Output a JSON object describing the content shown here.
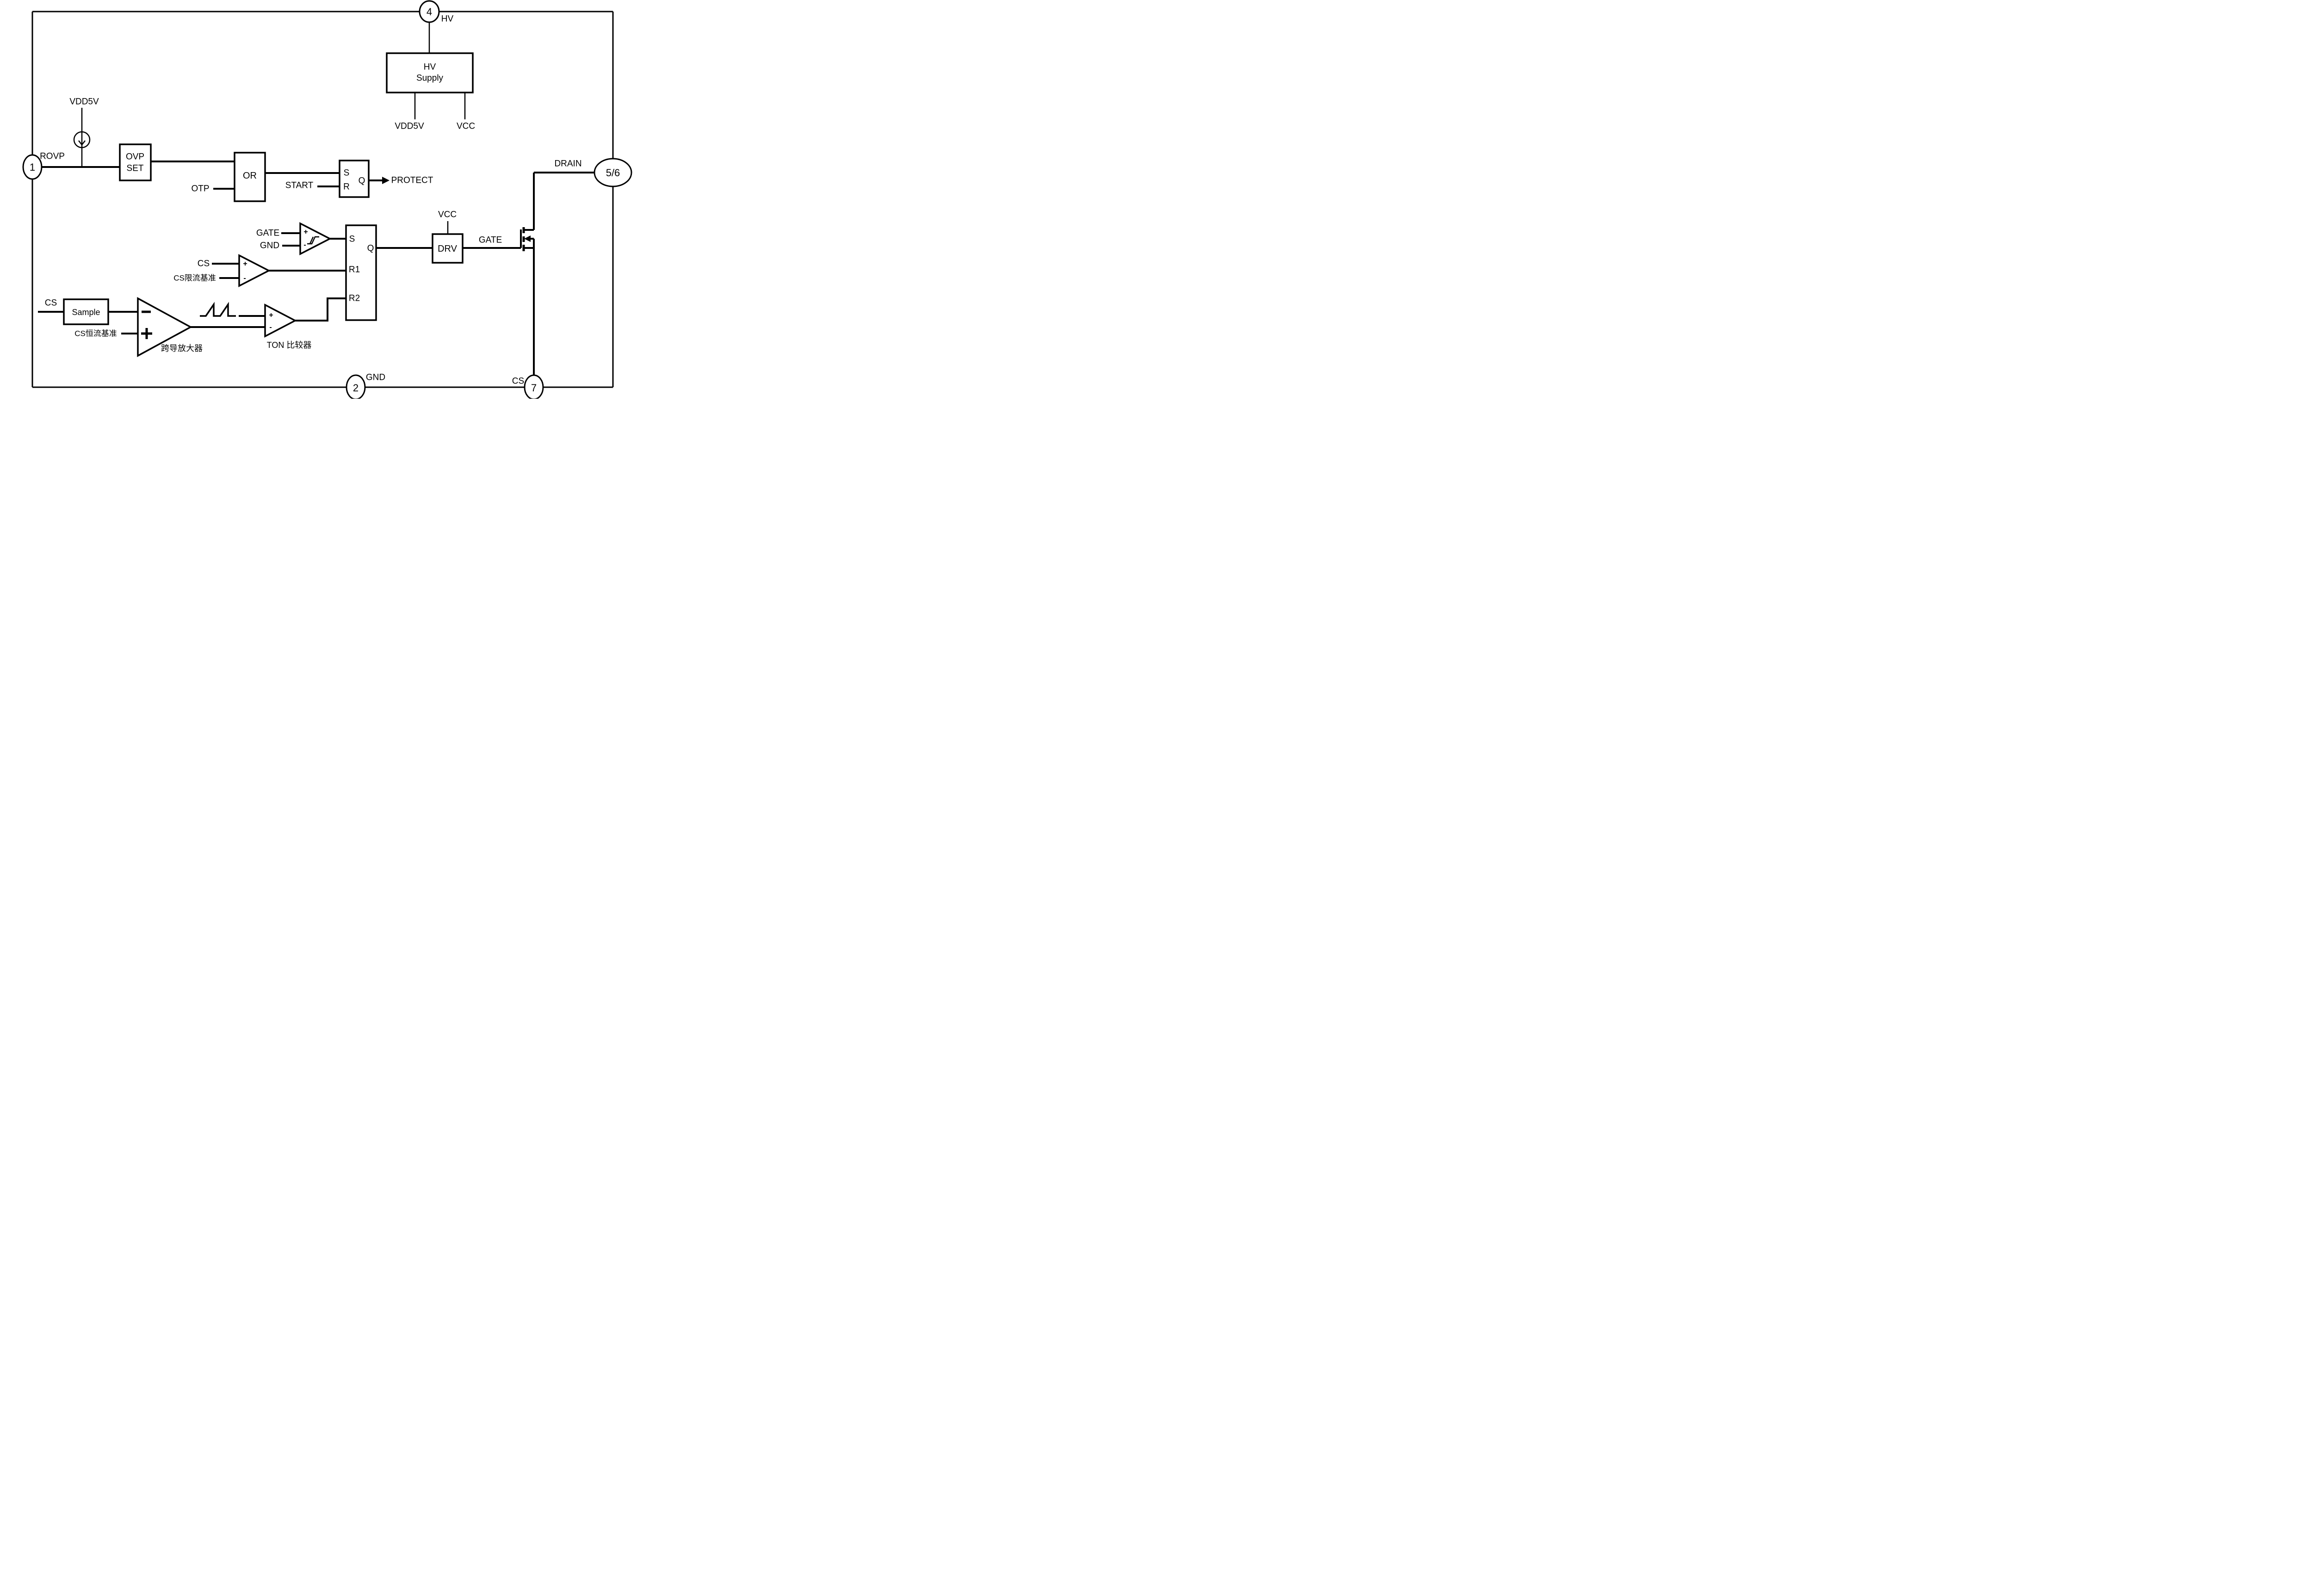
{
  "colors": {
    "line": "#000000",
    "background": "#ffffff"
  },
  "pins": {
    "pin1": {
      "number": "1",
      "signal": "ROVP"
    },
    "pin2": {
      "number": "2",
      "signal": "GND"
    },
    "pin4": {
      "number": "4",
      "signal": "HV"
    },
    "pin56": {
      "number": "5/6",
      "signal": "DRAIN"
    },
    "pin7": {
      "number": "7",
      "signal": "CS"
    }
  },
  "blocks": {
    "hv_supply": {
      "title_line1": "HV",
      "title_line2": "Supply",
      "output_left": "VDD5V",
      "output_right": "VCC"
    },
    "vdd5v_source": {
      "label": "VDD5V"
    },
    "ovp_set": {
      "title_line1": "OVP",
      "title_line2": "SET"
    },
    "or_gate": {
      "title": "OR",
      "input_otp": "OTP"
    },
    "protect_latch": {
      "s": "S",
      "r": "R",
      "q": "Q",
      "input_start": "START",
      "output": "PROTECT"
    },
    "gate_comparator": {
      "input_plus": "GATE",
      "input_minus": "GND",
      "plus": "+",
      "minus": "-"
    },
    "cs_comparator": {
      "input_plus": "CS",
      "input_minus": "CS限流基准",
      "plus": "+",
      "minus": "-"
    },
    "main_latch": {
      "s": "S",
      "q": "Q",
      "r1": "R1",
      "r2": "R2"
    },
    "driver": {
      "title": "DRV",
      "supply": "VCC",
      "output_signal": "GATE"
    },
    "sampler": {
      "title": "Sample",
      "input": "CS"
    },
    "ota": {
      "caption": "跨导放大器",
      "input_plus": "CS恒流基准"
    },
    "ton_comparator": {
      "caption": "TON 比较器",
      "plus": "+",
      "minus": "-"
    }
  }
}
